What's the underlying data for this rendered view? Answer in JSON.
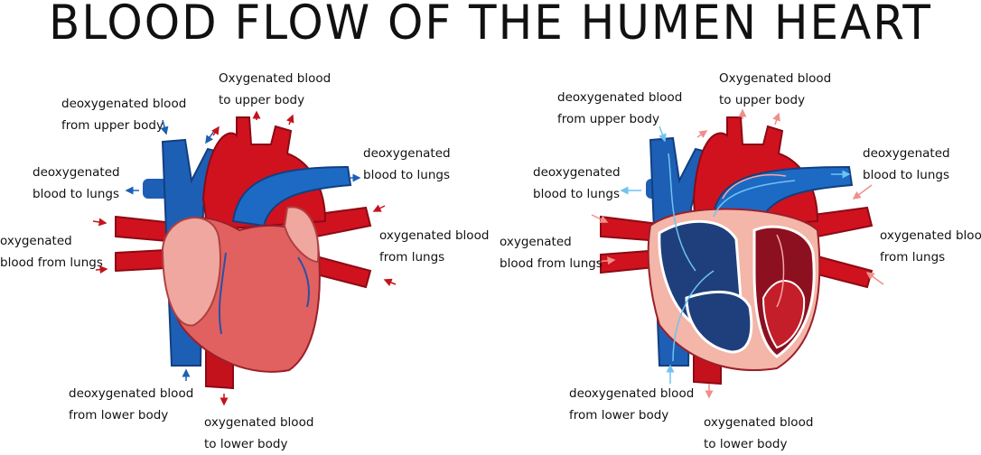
{
  "title": "BLOOD FLOW OF THE HUMEN HEART",
  "colors": {
    "oxygenated": "#d0121f",
    "deoxygenated": "#1d5fb5",
    "heart_muscle": "#e0615f",
    "atrium": "#f0a7a0"
  },
  "diagrams": [
    {
      "labels": {
        "from_upper_body": [
          "deoxygenated blood",
          "from upper body"
        ],
        "to_upper_body": [
          "Oxygenated blood",
          "to upper body"
        ],
        "to_lungs_left": [
          "deoxygenated",
          "blood to lungs"
        ],
        "to_lungs_right": [
          "deoxygenated",
          "blood to lungs"
        ],
        "from_lungs_left": [
          "oxygenated",
          "blood from lungs"
        ],
        "from_lungs_right": [
          "oxygenated blood",
          "from lungs"
        ],
        "from_lower_body": [
          "deoxygenated blood",
          "from lower body"
        ],
        "to_lower_body": [
          "oxygenated blood",
          "to lower body"
        ]
      }
    },
    {
      "labels": {
        "from_upper_body": [
          "deoxygenated blood",
          "from upper body"
        ],
        "to_upper_body": [
          "Oxygenated blood",
          "to upper body"
        ],
        "to_lungs_left": [
          "deoxygenated",
          "blood to lungs"
        ],
        "to_lungs_right": [
          "deoxygenated",
          "blood to lungs"
        ],
        "from_lungs_left": [
          "oxygenated",
          "blood from lungs"
        ],
        "from_lungs_right": [
          "oxygenated blood",
          "from lungs"
        ],
        "from_lower_body": [
          "deoxygenated blood",
          "from lower body"
        ],
        "to_lower_body": [
          "oxygenated blood",
          "to lower body"
        ]
      }
    }
  ]
}
